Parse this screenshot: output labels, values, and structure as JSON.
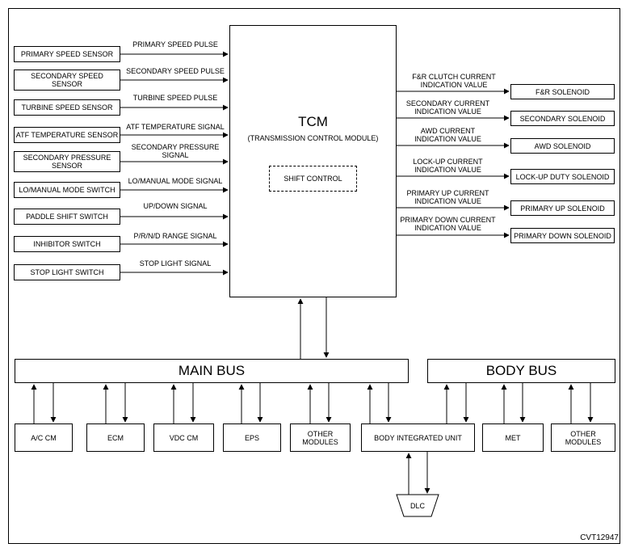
{
  "tcm": {
    "title": "TCM",
    "subtitle": "(TRANSMISSION CONTROL MODULE)",
    "shift_control": "SHIFT CONTROL"
  },
  "inputs": [
    {
      "box": "PRIMARY SPEED SENSOR",
      "signal": "PRIMARY SPEED PULSE"
    },
    {
      "box": "SECONDARY SPEED\nSENSOR",
      "signal": "SECONDARY SPEED PULSE"
    },
    {
      "box": "TURBINE SPEED SENSOR",
      "signal": "TURBINE SPEED PULSE"
    },
    {
      "box": "ATF TEMPERATURE SENSOR",
      "signal": "ATF TEMPERATURE SIGNAL"
    },
    {
      "box": "SECONDARY PRESSURE\nSENSOR",
      "signal": "SECONDARY PRESSURE\nSIGNAL"
    },
    {
      "box": "LO/MANUAL MODE SWITCH",
      "signal": "LO/MANUAL MODE SIGNAL"
    },
    {
      "box": "PADDLE SHIFT SWITCH",
      "signal": "UP/DOWN SIGNAL"
    },
    {
      "box": "INHIBITOR SWITCH",
      "signal": "P/R/N/D RANGE SIGNAL"
    },
    {
      "box": "STOP LIGHT SWITCH",
      "signal": "STOP LIGHT SIGNAL"
    }
  ],
  "outputs": [
    {
      "signal": "F&R CLUTCH CURRENT\nINDICATION VALUE",
      "box": "F&R SOLENOID"
    },
    {
      "signal": "SECONDARY CURRENT\nINDICATION VALUE",
      "box": "SECONDARY SOLENOID"
    },
    {
      "signal": "AWD CURRENT\nINDICATION VALUE",
      "box": "AWD SOLENOID"
    },
    {
      "signal": "LOCK-UP CURRENT\nINDICATION VALUE",
      "box": "LOCK-UP DUTY SOLENOID"
    },
    {
      "signal": "PRIMARY UP CURRENT\nINDICATION VALUE",
      "box": "PRIMARY UP SOLENOID"
    },
    {
      "signal": "PRIMARY DOWN CURRENT\nINDICATION VALUE",
      "box": "PRIMARY DOWN SOLENOID"
    }
  ],
  "buses": {
    "main": "MAIN BUS",
    "body": "BODY BUS"
  },
  "modules": [
    "A/C CM",
    "ECM",
    "VDC CM",
    "EPS",
    "OTHER\nMODULES",
    "BODY INTEGRATED UNIT",
    "MET",
    "OTHER\nMODULES"
  ],
  "dlc": "DLC",
  "ref": "CVT12947"
}
